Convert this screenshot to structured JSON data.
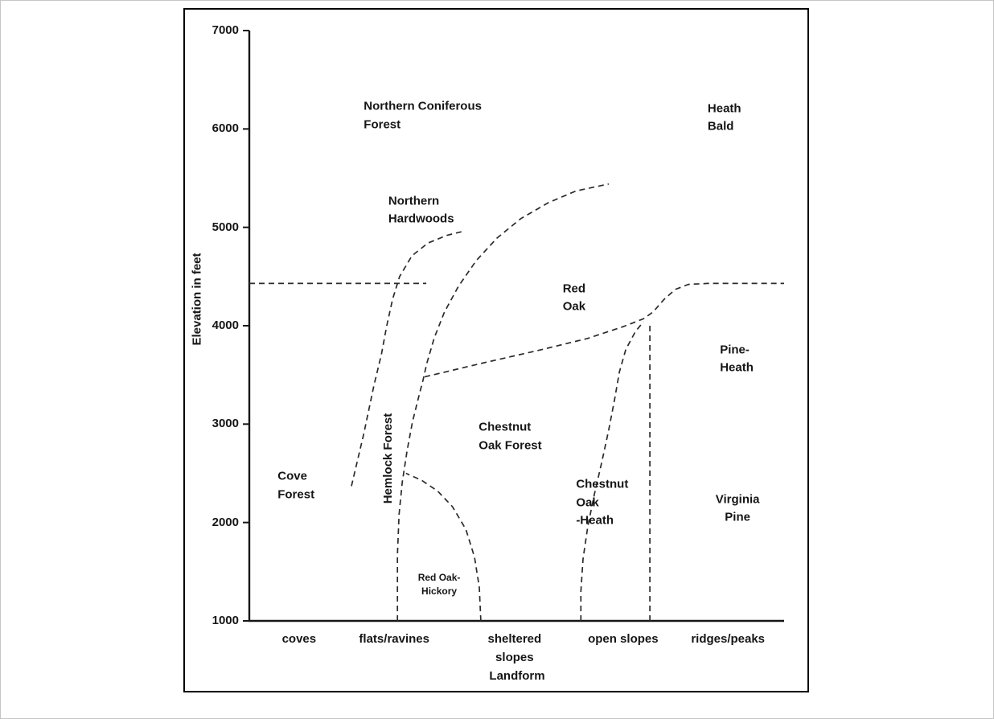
{
  "figure": {
    "background": "#ffffff",
    "frame_color": "#000000",
    "line_color": "#2b2b2b"
  },
  "chart_data": {
    "type": "area",
    "description": "Vegetation zones plotted by elevation and landform, separated by dashed boundary lines",
    "xlabel": "Landform",
    "ylabel": "Elevation in feet",
    "ylim": [
      1000,
      7000
    ],
    "y_ticks": [
      7000,
      6000,
      5000,
      4000,
      3000,
      2000,
      1000
    ],
    "grid": false,
    "x_categories": [
      {
        "label": "coves",
        "lines": [
          "coves"
        ],
        "x_pct": 9.3
      },
      {
        "label": "flats/ravines",
        "lines": [
          "flats/ravines"
        ],
        "x_pct": 27.1
      },
      {
        "label": "sheltered slopes",
        "lines": [
          "sheltered",
          "slopes"
        ],
        "x_pct": 49.6
      },
      {
        "label": "open slopes",
        "lines": [
          "open slopes"
        ],
        "x_pct": 69.9
      },
      {
        "label": "ridges/peaks",
        "lines": [
          "ridges/peaks"
        ],
        "x_pct": 89.5
      }
    ],
    "regions": [
      {
        "id": "northern-coniferous-forest",
        "lines": [
          "Northern Coniferous",
          "Forest"
        ],
        "x_pct": 21.4,
        "elev": 6130,
        "align": "left"
      },
      {
        "id": "heath-bald",
        "lines": [
          "Heath",
          "Bald"
        ],
        "x_pct": 85.7,
        "elev": 6110,
        "align": "left"
      },
      {
        "id": "northern-hardwoods",
        "lines": [
          "Northern",
          "Hardwoods"
        ],
        "x_pct": 26.0,
        "elev": 5170,
        "align": "left"
      },
      {
        "id": "red-oak",
        "lines": [
          "Red",
          "Oak"
        ],
        "x_pct": 58.6,
        "elev": 4280,
        "align": "left"
      },
      {
        "id": "pine-heath",
        "lines": [
          "Pine-",
          "Heath"
        ],
        "x_pct": 88.0,
        "elev": 3660,
        "align": "left"
      },
      {
        "id": "cove-forest",
        "lines": [
          "Cove",
          "Forest"
        ],
        "x_pct": 5.3,
        "elev": 2370,
        "align": "left"
      },
      {
        "id": "hemlock-forest",
        "lines": [
          "Hemlock Forest"
        ],
        "x_pct": 26.0,
        "elev": 2650,
        "align": "center",
        "rotate": -90
      },
      {
        "id": "chestnut-oak-forest",
        "lines": [
          "Chestnut",
          "Oak  Forest"
        ],
        "x_pct": 42.9,
        "elev": 2870,
        "align": "left"
      },
      {
        "id": "chestnut-oak-heath",
        "lines": [
          "Chestnut",
          "Oak",
          "-Heath"
        ],
        "x_pct": 61.1,
        "elev": 2200,
        "align": "left"
      },
      {
        "id": "virginia-pine",
        "lines": [
          "Virginia",
          "Pine"
        ],
        "x_pct": 91.3,
        "elev": 2140,
        "align": "center"
      },
      {
        "id": "red-oak-hickory",
        "lines": [
          "Red Oak-",
          "Hickory"
        ],
        "x_pct": 35.5,
        "elev": 1370,
        "align": "center",
        "small": true
      }
    ],
    "boundaries": [
      {
        "id": "cove-forest-upper-limit",
        "style": "dashed",
        "points": [
          [
            0,
            4430
          ],
          [
            33.1,
            4430
          ]
        ]
      },
      {
        "id": "cove-hemlock-boundary",
        "style": "dashed",
        "points": [
          [
            19.1,
            2370
          ],
          [
            21.4,
            2900
          ],
          [
            23.3,
            3390
          ],
          [
            24.7,
            3710
          ],
          [
            25.7,
            4000
          ],
          [
            26.8,
            4270
          ],
          [
            28.1,
            4500
          ],
          [
            30.4,
            4710
          ],
          [
            33.4,
            4840
          ],
          [
            37.0,
            4920
          ],
          [
            40.0,
            4960
          ]
        ]
      },
      {
        "id": "hemlock-hardwoods-redoak-boundary",
        "style": "dashed",
        "points": [
          [
            27.7,
            1000
          ],
          [
            27.7,
            1670
          ],
          [
            28.0,
            2080
          ],
          [
            28.6,
            2410
          ],
          [
            29.5,
            2730
          ],
          [
            30.5,
            3020
          ],
          [
            31.6,
            3260
          ],
          [
            32.5,
            3450
          ],
          [
            33.2,
            3620
          ],
          [
            34.6,
            3880
          ],
          [
            36.5,
            4140
          ],
          [
            39.1,
            4400
          ],
          [
            42.4,
            4660
          ],
          [
            46.3,
            4890
          ],
          [
            50.8,
            5090
          ],
          [
            55.9,
            5250
          ],
          [
            61.1,
            5370
          ],
          [
            65.4,
            5420
          ],
          [
            67.2,
            5440
          ]
        ]
      },
      {
        "id": "red-oak-hickory-upper-boundary",
        "style": "dashed",
        "points": [
          [
            43.3,
            1000
          ],
          [
            43.0,
            1340
          ],
          [
            42.1,
            1650
          ],
          [
            40.5,
            1930
          ],
          [
            38.0,
            2160
          ],
          [
            35.2,
            2320
          ],
          [
            32.2,
            2430
          ],
          [
            29.3,
            2500
          ]
        ]
      },
      {
        "id": "chestnut-oak-upper-boundary",
        "style": "dashed",
        "points": [
          [
            32.8,
            3480
          ],
          [
            43.6,
            3620
          ],
          [
            54.1,
            3750
          ],
          [
            63.2,
            3870
          ],
          [
            69.9,
            3990
          ],
          [
            73.7,
            4070
          ],
          [
            75.5,
            4140
          ],
          [
            77.6,
            4270
          ],
          [
            79.7,
            4370
          ],
          [
            82.1,
            4420
          ],
          [
            85.7,
            4430
          ],
          [
            100,
            4430
          ]
        ]
      },
      {
        "id": "chestnut-oak-heath-left-boundary",
        "style": "dashed",
        "points": [
          [
            62.0,
            1000
          ],
          [
            62.0,
            1300
          ],
          [
            62.4,
            1630
          ],
          [
            63.3,
            1960
          ],
          [
            64.5,
            2280
          ],
          [
            65.9,
            2610
          ],
          [
            67.2,
            2940
          ],
          [
            68.3,
            3250
          ],
          [
            69.2,
            3530
          ],
          [
            70.4,
            3760
          ],
          [
            72.2,
            3940
          ],
          [
            73.7,
            4040
          ]
        ]
      },
      {
        "id": "virginia-pine-left-boundary",
        "style": "dashed",
        "points": [
          [
            74.9,
            1000
          ],
          [
            74.9,
            4040
          ]
        ]
      }
    ]
  }
}
